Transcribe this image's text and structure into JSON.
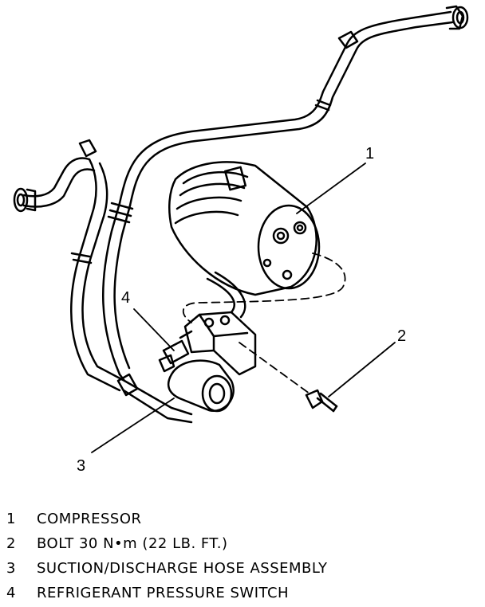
{
  "callouts": [
    "1",
    "2",
    "3",
    "4"
  ],
  "legend": [
    {
      "num": "1",
      "text": "COMPRESSOR"
    },
    {
      "num": "2",
      "text": "BOLT 30 N•m (22 LB. FT.)"
    },
    {
      "num": "3",
      "text": "SUCTION/DISCHARGE HOSE ASSEMBLY"
    },
    {
      "num": "4",
      "text": "REFRIGERANT PRESSURE SWITCH"
    }
  ]
}
